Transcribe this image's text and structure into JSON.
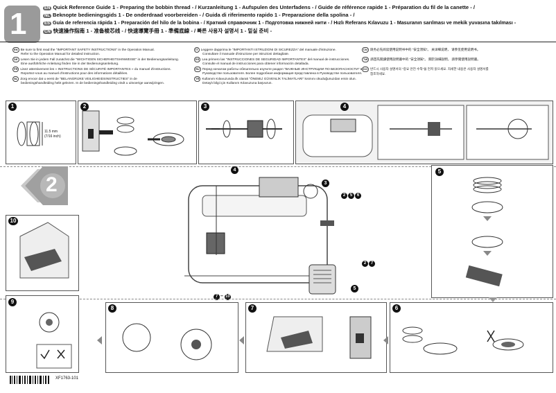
{
  "header": {
    "guide_number": "1",
    "lines": [
      {
        "langs": [
          "EN",
          "DE",
          "FR"
        ],
        "text": "Quick Reference Guide 1 - Preparing the bobbin thread - / Kurzanleitung 1 - Aufspulen des Unterfadens - / Guide de référence rapide 1 - Préparation du fil de la canette - /"
      },
      {
        "langs": [
          "NL",
          "IT"
        ],
        "text": "Beknopte bedieningsgids 1 - De onderdraad voorbereiden - / Guida di riferimento rapido 1 - Preparazione della spolina - /"
      },
      {
        "langs": [
          "ES",
          "RU",
          "TR"
        ],
        "text": "Guía de referencia rápida 1 - Preparación del hilo de la bobina - / Краткий справочник 1 - Подготовка нижней нити - / Hızlı Referans Kılavuzu 1 - Masuranın sarılması ve mekik yuvasına takılması -"
      },
      {
        "langs": [
          "CN",
          "TW",
          "KO"
        ],
        "text": "快速操作指南 1 - 准备梭芯线 - / 快速導覽手冊 1 - 準備底線 - / 빠른 사용자 설명서 1 - 밑실 준비 -"
      }
    ]
  },
  "notes": {
    "col1": [
      {
        "lang": "EN",
        "text": "Be sure to first read the \"IMPORTANT SAFETY INSTRUCTIONS\" in the Operation Manual."
      },
      {
        "lang": "",
        "text": "Refer to the Operation Manual for detailed instruction."
      },
      {
        "lang": "DE",
        "text": "Lesen Sie in jedem Fall zunächst die \"WICHTIGEN SICHERHEITSHINWEISE\" in der Bedienungsanleitung."
      },
      {
        "lang": "",
        "text": "Eine ausführliche Anleitung finden Sie in der Bedienungsanleitung."
      },
      {
        "lang": "FR",
        "text": "Lisez attentivement les « INSTRUCTIONS DE SÉCURITÉ IMPORTANTES » du manuel d'instructions."
      },
      {
        "lang": "",
        "text": "Reportez-vous au manuel d'instructions pour des informations détaillées."
      },
      {
        "lang": "NL",
        "text": "Zorg ervoor dat u eerst de \"BELANGRIJKE VEILIGHEIDSINSTRUCTIES\" in de"
      },
      {
        "lang": "",
        "text": "bedieningshandleiding hebt gelezen. In de bedieningshandleiding vindt u uitvoerige aanwijzingen."
      }
    ],
    "col2": [
      {
        "lang": "IT",
        "text": "Leggere dapprima le \"IMPORTANTI ISTRUZIONI DI SICUREZZA\" del manuale d'istruzione."
      },
      {
        "lang": "",
        "text": "Consultare il manuale d'istruzione per istruzioni dettagliate."
      },
      {
        "lang": "ES",
        "text": "Lea primero las \"INSTRUCCIONES DE SEGURIDAD IMPORTANTES\" del manual de instrucciones."
      },
      {
        "lang": "",
        "text": "Consulte el manual de instrucciones para obtener información detallada."
      },
      {
        "lang": "RU",
        "text": "Перед началом работы обязательно изучите раздел \"ВАЖНЫЕ ИНСТРУКЦИИ ПО БЕЗОПАСНОСТИ\" в"
      },
      {
        "lang": "",
        "text": "Руководстве пользователя. Более подробная информация представлена в Руководстве пользователя."
      },
      {
        "lang": "TR",
        "text": "Kullanım Kılavuzunda ilk olarak \"ÖNEMLİ GÜVENLİK TALİMATLARI\" kısmını okuduğunuzdan emin olun."
      },
      {
        "lang": "",
        "text": "Detaylı bilgi için Kullanım Kılavuzuna başvurun."
      }
    ],
    "col3": [
      {
        "lang": "CN",
        "text": "请务必先阅读使用说明书中的 \"安全须知\"。 关详细说明， 请参见使用说明书。"
      },
      {
        "lang": "TW",
        "text": "請首先閱讀使用說明書中的 \"安全須知\"。 關於詳細說明， 請參閱使用說明書。"
      },
      {
        "lang": "KO",
        "text": "반드시 사용자 설명서의 \"중요 안전 수칙\"을 먼저 읽으세요. 자세한 내용은 사용자 설명서를"
      },
      {
        "lang": "",
        "text": "참조하세요."
      }
    ]
  },
  "steps": {
    "s1": {
      "num": "1",
      "measure_mm": "11.5 mm",
      "measure_in": "(7/16 inch)"
    },
    "s2": {
      "num": "2"
    },
    "s3": {
      "num": "3"
    },
    "s4": {
      "num": "4"
    },
    "s5": {
      "num": "5"
    },
    "s7": {
      "num": "7"
    },
    "s8": {
      "num": "8"
    },
    "s9": {
      "num": "9"
    },
    "s10": {
      "num": "10"
    },
    "guide2": "2"
  },
  "machine_callouts": {
    "c4": "4",
    "c3": "3",
    "c256": [
      "2",
      "5",
      "6"
    ],
    "c27": [
      "2",
      "7"
    ],
    "c5": "5",
    "c710": [
      "7",
      "–",
      "10"
    ]
  },
  "footer": {
    "code": "XF1763-101"
  },
  "colors": {
    "dark": "#111111",
    "gray": "#9a9a9a",
    "arrow": "#888888"
  }
}
